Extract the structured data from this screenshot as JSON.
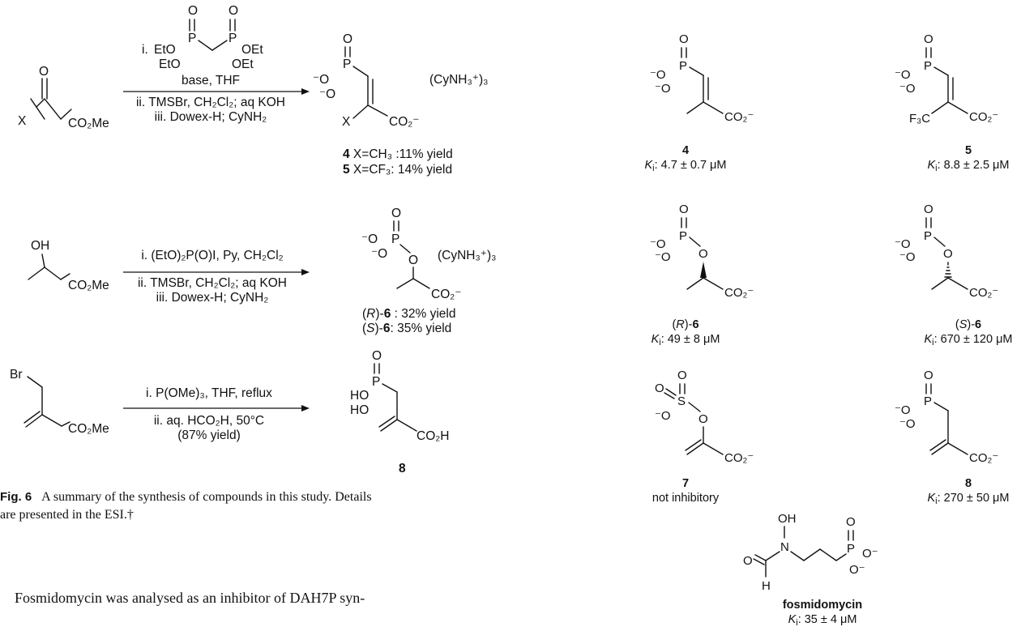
{
  "scheme": {
    "row1": {
      "reactant": {
        "carbonyl_o": "O",
        "x": "X",
        "ester": "CO₂Me"
      },
      "reagent_top": {
        "prefix": "i.",
        "eto1": "EtO",
        "eto2": "EtO",
        "oet1": "OEt",
        "oet2": "OEt",
        "o1": "O",
        "o2": "O",
        "p1": "P",
        "p2": "P"
      },
      "conditions": [
        "base, THF",
        "ii. TMSBr, CH₂Cl₂; aq KOH",
        "iii. Dowex-H; CyNH₂"
      ],
      "product": {
        "p": "P",
        "o_top": "O",
        "o_minus1": "⁻O",
        "o_minus2": "⁻O",
        "x": "X",
        "carboxylate": "CO₂⁻",
        "counterion": "(CyNH₃⁺)₃"
      },
      "yields": [
        {
          "num": "4",
          "text": " X=CH₃ :11% yield"
        },
        {
          "num": "5",
          "text": " X=CF₃: 14% yield"
        }
      ]
    },
    "row2": {
      "reactant": {
        "oh": "OH",
        "ester": "CO₂Me"
      },
      "conditions": [
        "i. (EtO)₂P(O)I, Py, CH₂Cl₂",
        "ii. TMSBr, CH₂Cl₂; aq KOH",
        "iii. Dowex-H; CyNH₂"
      ],
      "product": {
        "p": "P",
        "o_top": "O",
        "o_minus1": "⁻O",
        "o_minus2": "⁻O",
        "o_ester": "O",
        "carboxylate": "CO₂⁻",
        "counterion": "(CyNH₃⁺)₃"
      },
      "yields": [
        {
          "pre": "(",
          "stereo": "R",
          "mid": ")-",
          "num": "6",
          "text": " : 32% yield"
        },
        {
          "pre": "(",
          "stereo": "S",
          "mid": ")-",
          "num": "6",
          "text": ": 35% yield"
        }
      ]
    },
    "row3": {
      "reactant": {
        "br": "Br",
        "ester": "CO₂Me"
      },
      "conditions": [
        "i. P(OMe)₃, THF, reflux",
        "ii. aq. HCO₂H, 50°C",
        "(87% yield)"
      ],
      "product": {
        "p": "P",
        "o_top": "O",
        "ho1": "HO",
        "ho2": "HO",
        "acid": "CO₂H",
        "num": "8"
      }
    }
  },
  "caption": {
    "label": "Fig. 6",
    "line1": "A summary of the synthesis of compounds in this study. Details",
    "line2": "are presented in the ESI.†"
  },
  "body_text": "Fosmidomycin was analysed as an inhibitor of DAH7P syn-",
  "compounds": [
    {
      "id": "4",
      "ki_prefix": "K",
      "ki_sub": "i",
      "ki_value": ": 4.7 ± 0.7 μM"
    },
    {
      "id": "5",
      "ki_prefix": "K",
      "ki_sub": "i",
      "ki_value": ": 8.8 ± 2.5 μM",
      "cf3": "F₃C"
    },
    {
      "pre": "(",
      "stereo": "R",
      "mid": ")-",
      "id": "6",
      "ki_prefix": "K",
      "ki_sub": "i",
      "ki_value": ": 49 ± 8 μM"
    },
    {
      "pre": "(",
      "stereo": "S",
      "mid": ")-",
      "id": "6",
      "ki_prefix": "K",
      "ki_sub": "i",
      "ki_value": ": 670 ± 120 μM"
    },
    {
      "id": "7",
      "note": "not inhibitory",
      "s": "S"
    },
    {
      "id": "8",
      "ki_prefix": "K",
      "ki_sub": "i",
      "ki_value": ": 270 ± 50 μM"
    },
    {
      "id": "fosmidomycin",
      "ki_prefix": "K",
      "ki_sub": "i",
      "ki_value": ": 35 ± 4 μM",
      "oh": "OH",
      "n": "N",
      "h": "H"
    }
  ],
  "atoms": {
    "o": "O",
    "p": "P",
    "om": "⁻O",
    "co2m": "CO₂⁻",
    "om_right": "O⁻"
  }
}
